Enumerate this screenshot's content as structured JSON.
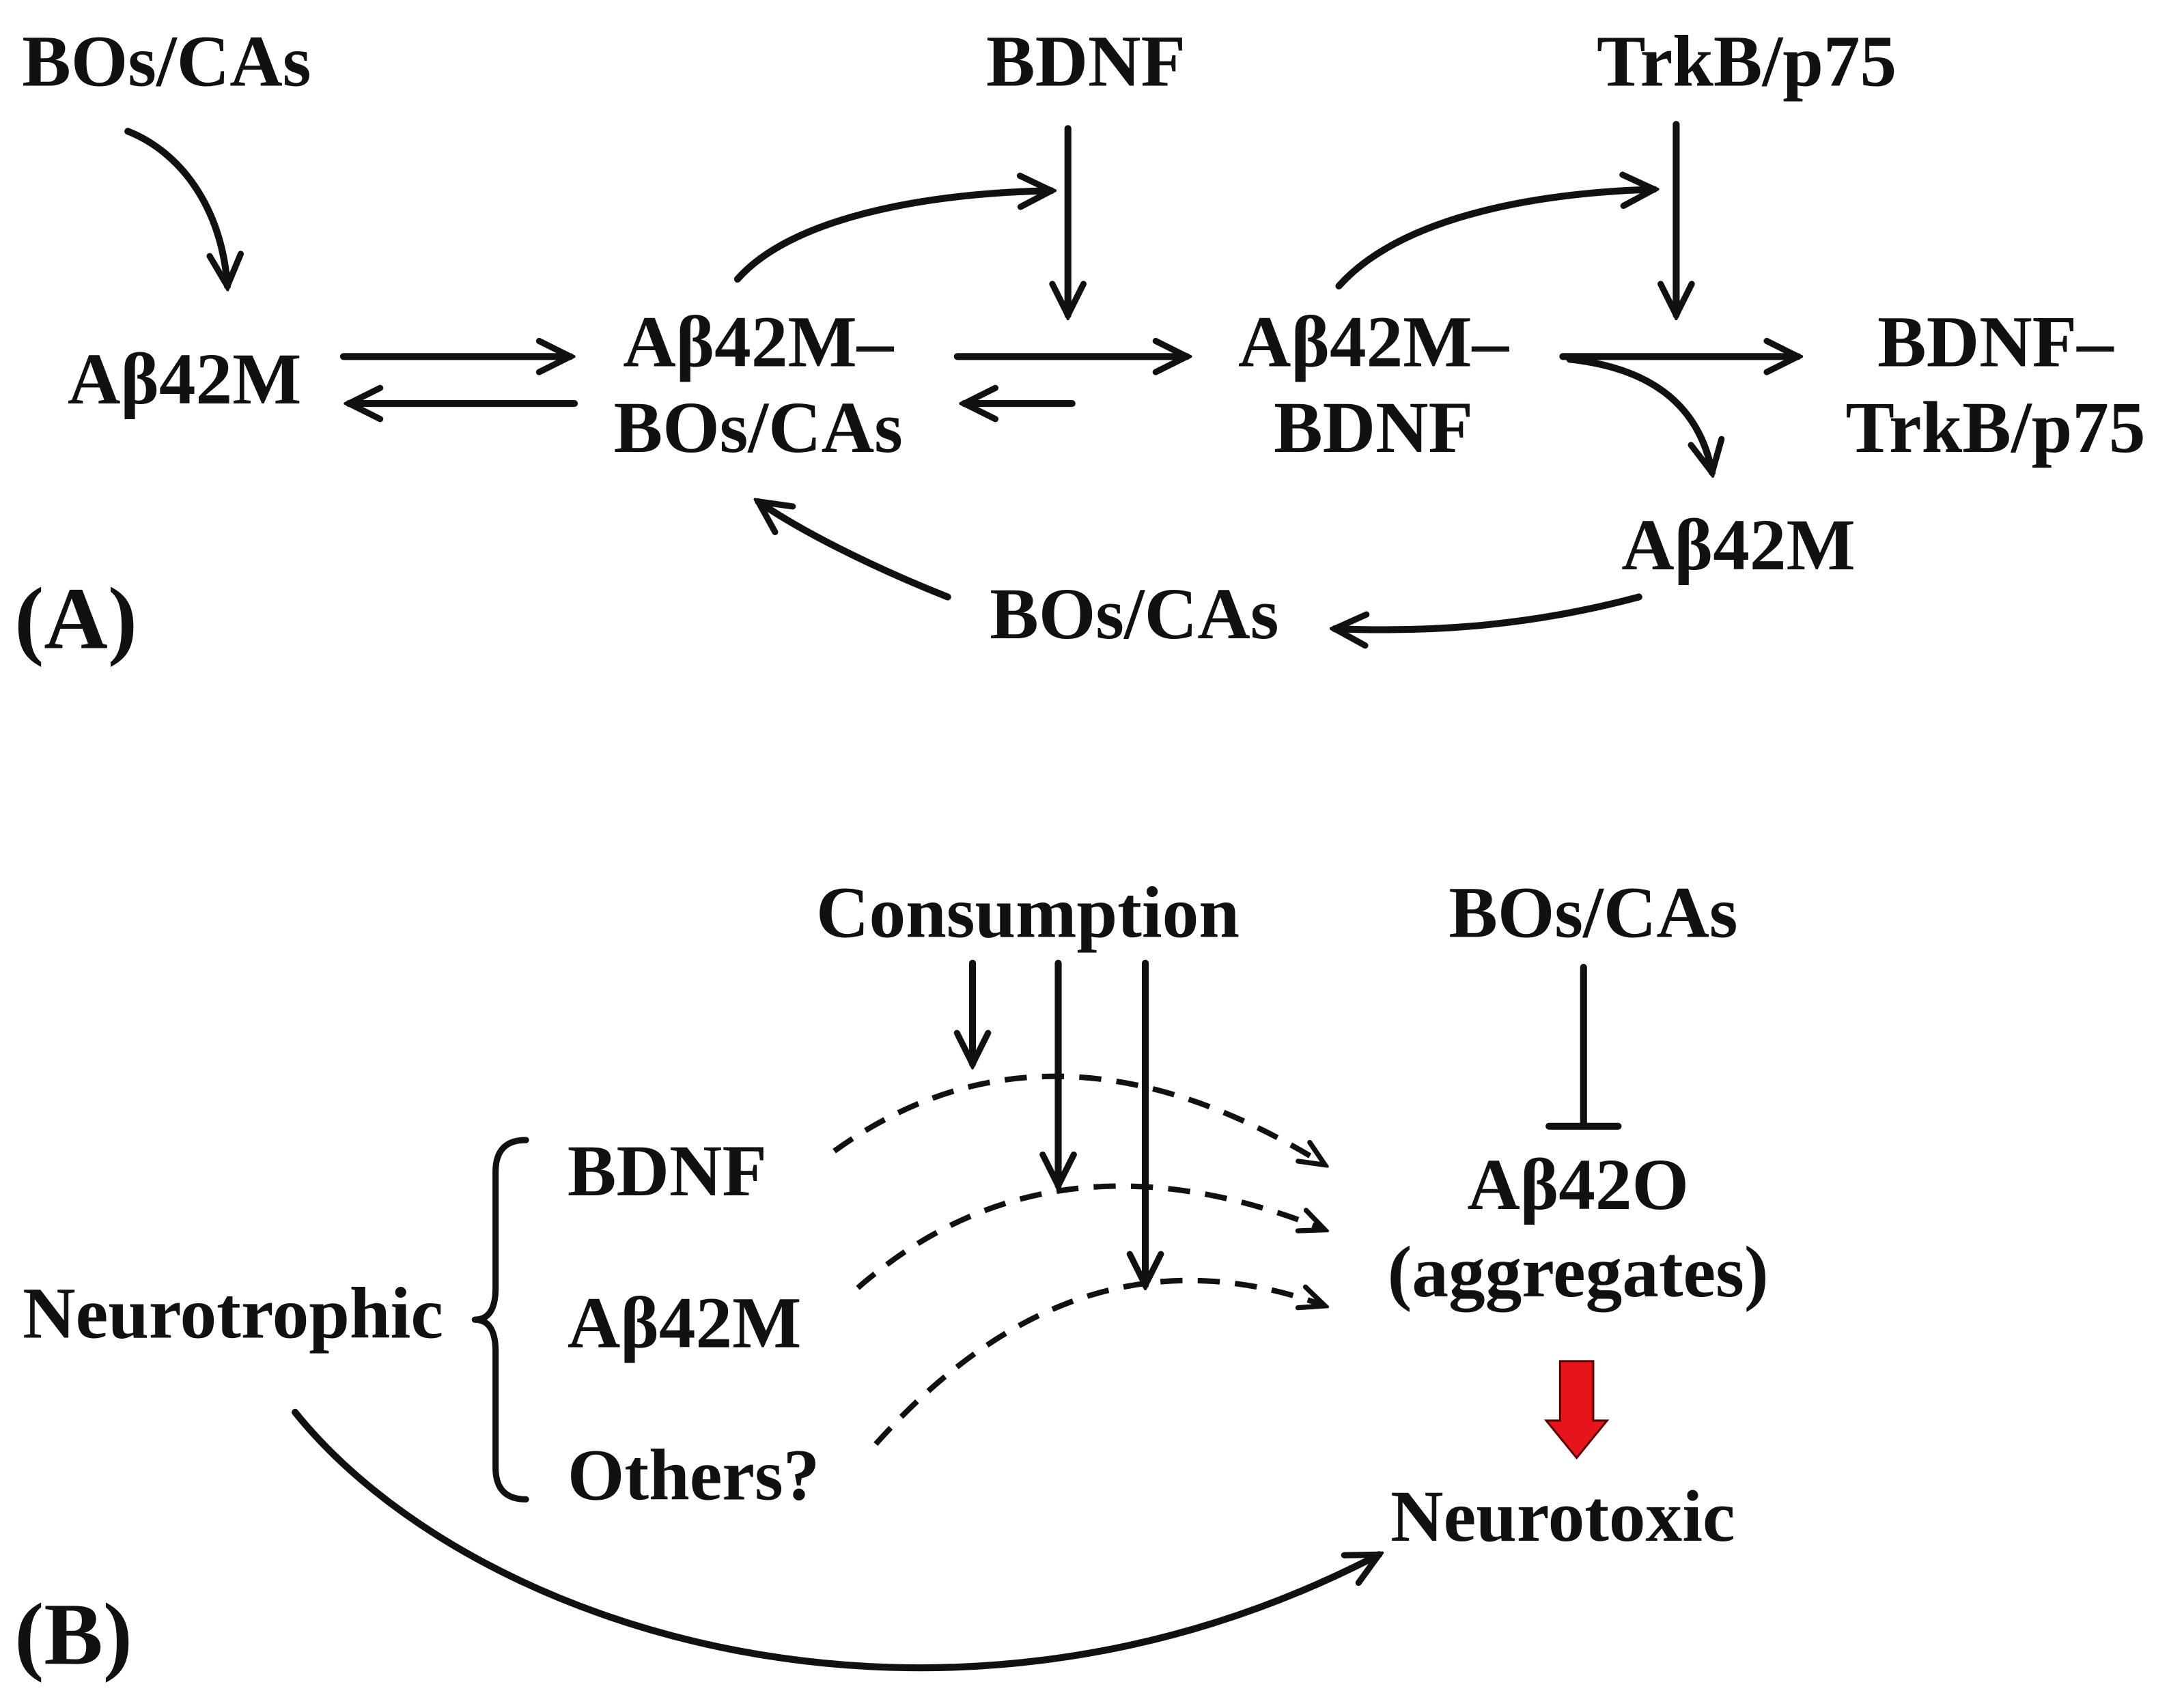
{
  "colors": {
    "ink": "#111111",
    "background": "#ffffff",
    "neurotoxic_arrow": "#e8141b"
  },
  "panel_a": {
    "label": "(A)",
    "top_labels": {
      "bos_cas": "BOs/CAs",
      "bdnf": "BDNF",
      "trkb_p75": "TrkB/p75"
    },
    "abeta42m": "Aβ42M",
    "complex_bos_cas": {
      "line1": "Aβ42M–",
      "line2": "BOs/CAs"
    },
    "complex_bdnf": {
      "line1": "Aβ42M–",
      "line2": "BDNF"
    },
    "product": {
      "line1": "BDNF–",
      "line2": "TrkB/p75"
    },
    "released_abeta42m": "Aβ42M",
    "released_bos_cas": "BOs/CAs"
  },
  "panel_b": {
    "label": "(B)",
    "consumption": "Consumption",
    "inhibitor": "BOs/CAs",
    "neurotrophic": "Neurotrophic",
    "neurotrophic_factors": [
      "BDNF",
      "Aβ42M",
      "Others?"
    ],
    "oligomer": {
      "line1": "Aβ42O",
      "line2": "(aggregates)"
    },
    "neurotoxic": "Neurotoxic"
  }
}
